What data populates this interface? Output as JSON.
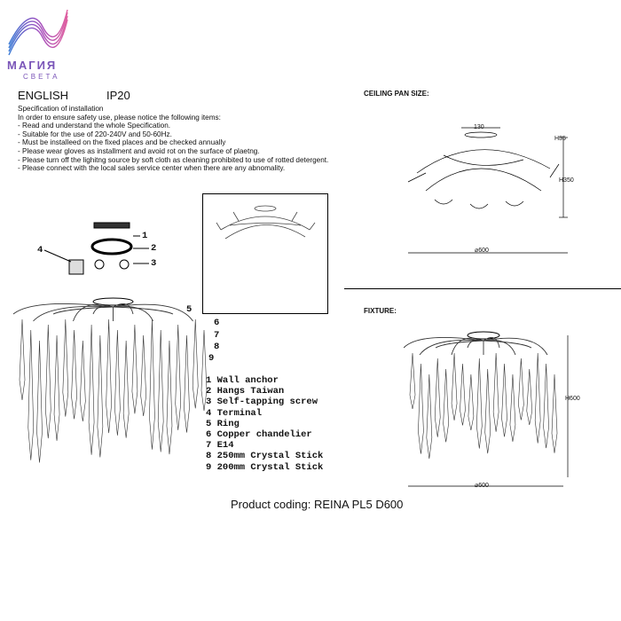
{
  "logo": {
    "name": "МАГИЯ",
    "sub": "СВЕТА"
  },
  "header": {
    "language": "ENGLISH",
    "ip_rating": "IP20"
  },
  "spec": {
    "title": "Specification of installation",
    "intro": "In order to ensure safety use, please notice the following items:",
    "items": [
      "- Read and understand the whole Specification.",
      "- Suitable for the use of 220-240V and 50-60Hz.",
      "- Must be installeed on the fixed places and be checked annually",
      "- Please wear gloves as installment and avoid rot on the surface of plaetng.",
      "- Please turn off the lighitng source by soft cloth as cleaning prohibited to use of rotted detergent.",
      "- Please connect with the local sales service center when there are any abnomality."
    ]
  },
  "parts": [
    "1 Wall anchor",
    "2 Hangs Taiwan",
    "3 Self-tapping screw",
    "4 Terminal",
    "5 Ring",
    "6 Copper chandelier",
    "7 E14",
    "8 250mm Crystal Stick",
    "9 200mm Crystal Stick"
  ],
  "callouts": [
    "1",
    "2",
    "3",
    "4",
    "5",
    "6",
    "7",
    "8",
    "9"
  ],
  "ceiling": {
    "title": "CEILING PAN SIZE:",
    "d_pan": "130",
    "h_pan": "H35",
    "height": "H350",
    "width": "⌀600"
  },
  "fixture": {
    "title": "FIXTURE:",
    "height": "H600",
    "width": "⌀600"
  },
  "product_coding": "Product coding: REINA PL5 D600"
}
